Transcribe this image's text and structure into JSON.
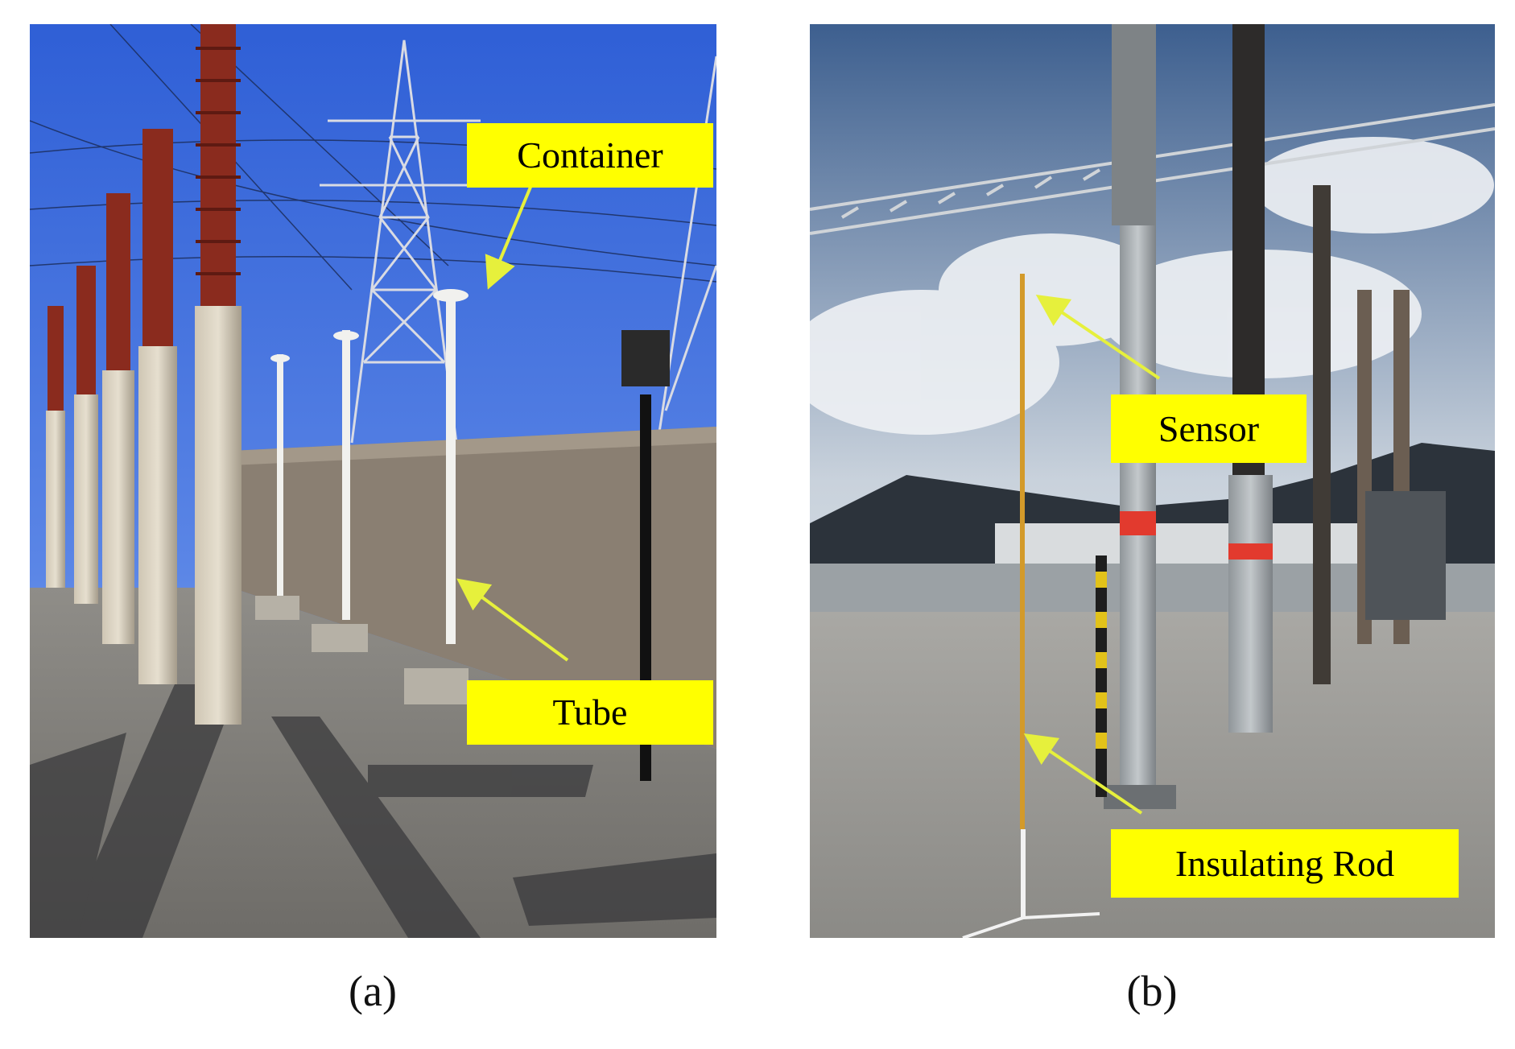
{
  "figure": {
    "panels": [
      {
        "id": "a",
        "caption": "(a)",
        "description_labels": {
          "container": "Container",
          "tube": "Tube"
        }
      },
      {
        "id": "b",
        "caption": "(b)",
        "description_labels": {
          "sensor": "Sensor",
          "insulating_rod": "Insulating Rod"
        }
      }
    ],
    "colors": {
      "label_background": "#ffff00",
      "arrow_color": "#e6f03c"
    }
  }
}
